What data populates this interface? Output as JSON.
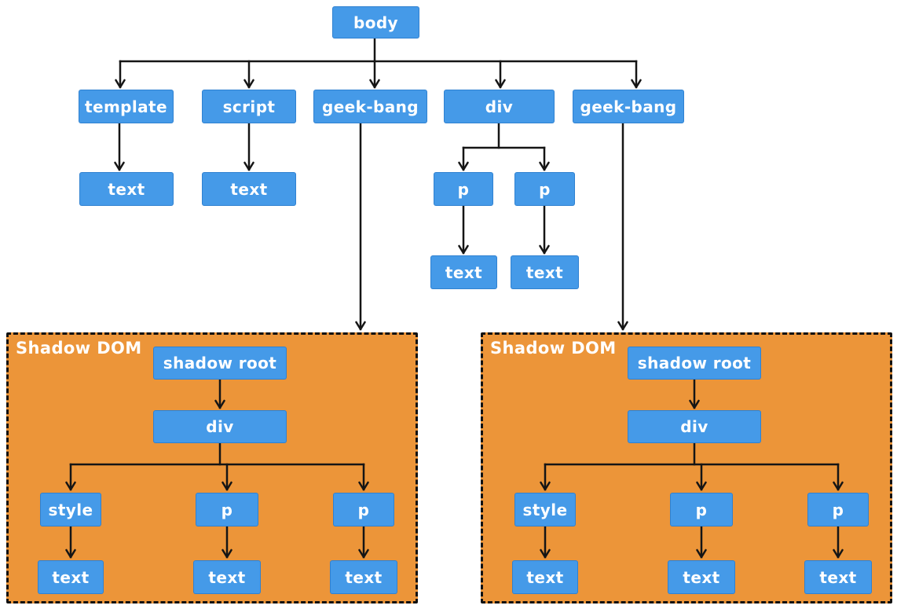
{
  "diagram": {
    "kind": "dom-tree-with-shadow-dom",
    "structure": {
      "body": {
        "template": [
          "text"
        ],
        "script": [
          "text"
        ],
        "geek-bang (1)": {
          "shadow root": {
            "div": {
              "style": [
                "text"
              ],
              "p (1)": [
                "text"
              ],
              "p (2)": [
                "text"
              ]
            }
          }
        },
        "div": {
          "p (1)": [
            "text"
          ],
          "p (2)": [
            "text"
          ]
        },
        "geek-bang (2)": {
          "shadow root": {
            "div": {
              "style": [
                "text"
              ],
              "p (1)": [
                "text"
              ],
              "p (2)": [
                "text"
              ]
            }
          }
        }
      }
    }
  },
  "nodes": {
    "body": "body",
    "template": "template",
    "script": "script",
    "geek_bang_1": "geek-bang",
    "div_1": "div",
    "geek_bang_2": "geek-bang",
    "template_text": "text",
    "script_text": "text",
    "p_1": "p",
    "p_2": "p",
    "p_1_text": "text",
    "p_2_text": "text"
  },
  "shadow_left": {
    "region_label": "Shadow DOM",
    "nodes": {
      "shadow_root": "shadow root",
      "div": "div",
      "style": "style",
      "p_1": "p",
      "p_2": "p",
      "style_text": "text",
      "p_1_text": "text",
      "p_2_text": "text"
    }
  },
  "shadow_right": {
    "region_label": "Shadow DOM",
    "nodes": {
      "shadow_root": "shadow root",
      "div": "div",
      "style": "style",
      "p_1": "p",
      "p_2": "p",
      "style_text": "text",
      "p_1_text": "text",
      "p_2_text": "text"
    }
  },
  "colors": {
    "node_fill": "#459ae8",
    "node_text": "#ffffff",
    "shadow_region_fill": "#ec9539",
    "edge": "#151515",
    "background": "#ffffff"
  }
}
